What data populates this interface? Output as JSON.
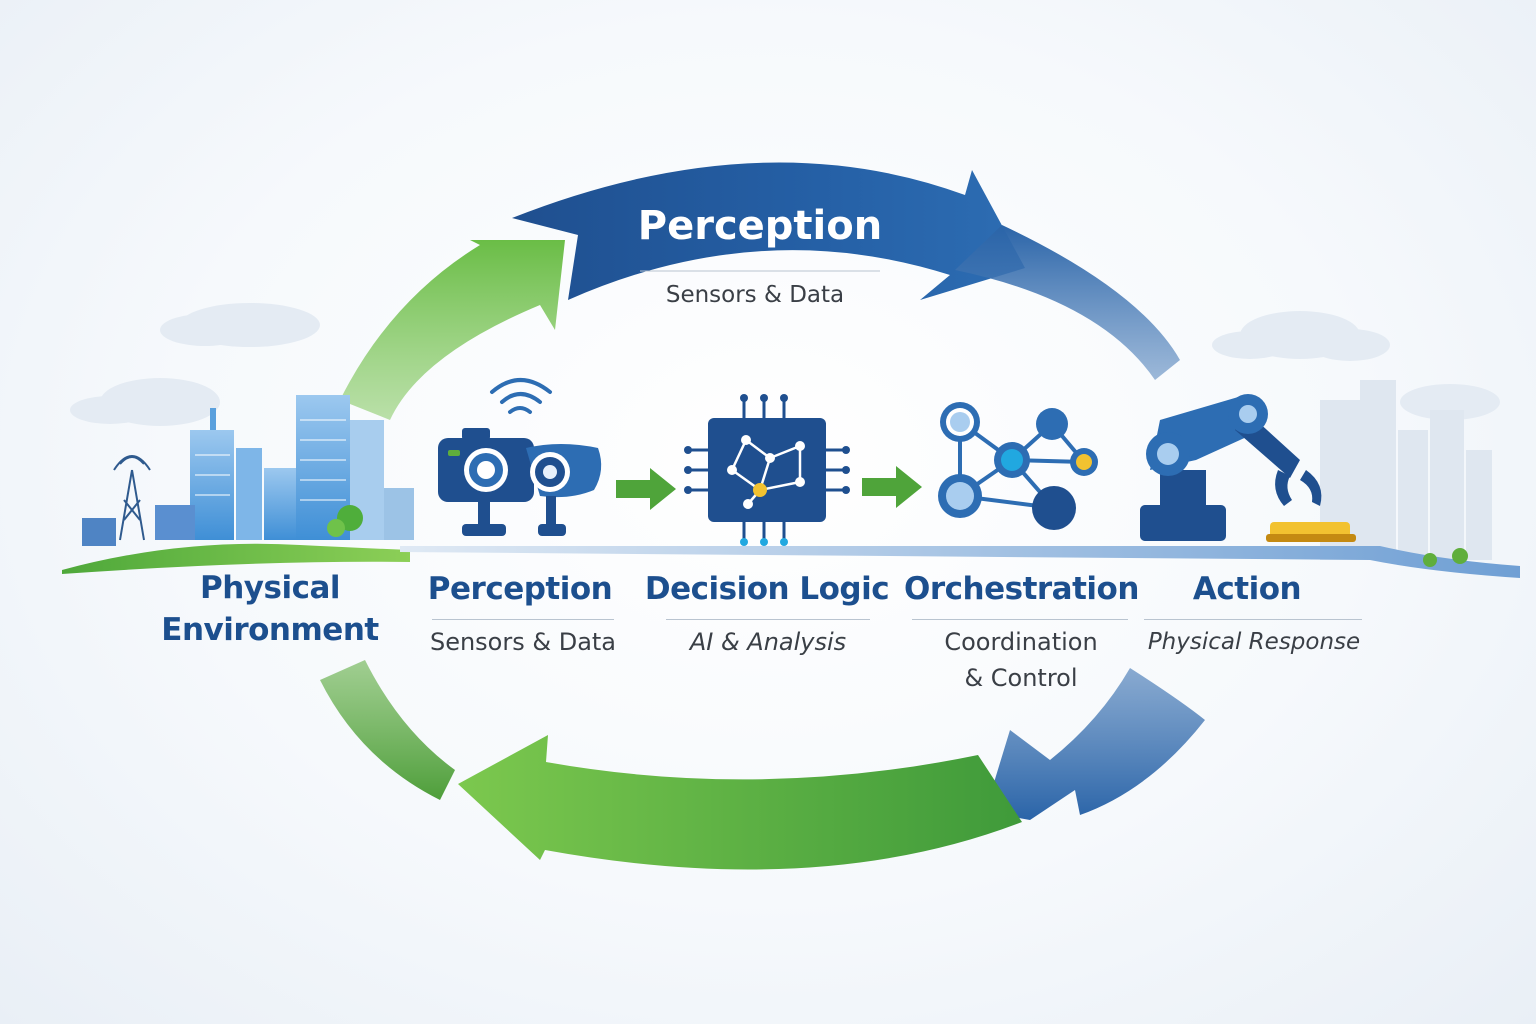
{
  "top_arc": {
    "title": "Perception",
    "subtitle": "Sensors & Data"
  },
  "stages": [
    {
      "title_lines": [
        "Physical",
        "Environment"
      ],
      "subtitle_lines": []
    },
    {
      "title_lines": [
        "Perception"
      ],
      "subtitle_lines": [
        "Sensors & Data"
      ]
    },
    {
      "title_lines": [
        "Decision Logic"
      ],
      "subtitle_lines": [
        "AI & Analysis"
      ]
    },
    {
      "title_lines": [
        "Orchestration"
      ],
      "subtitle_lines": [
        "Coordination",
        "& Control"
      ]
    },
    {
      "title_lines": [
        "Action"
      ],
      "subtitle_lines": [
        "Physical Response"
      ]
    }
  ],
  "colors": {
    "blue_dark": "#1f4f8f",
    "blue_mid": "#2d6db3",
    "green": "#5fae3c",
    "green_light": "#8ccf57",
    "title_blue": "#1c4f8e",
    "accent_cyan": "#21a8e0",
    "accent_yellow": "#f2c230"
  },
  "icons": [
    "city-skyline-icon",
    "camera-sensor-icon",
    "processor-chip-icon",
    "network-nodes-icon",
    "robot-arm-icon",
    "flow-arrow-icon"
  ]
}
